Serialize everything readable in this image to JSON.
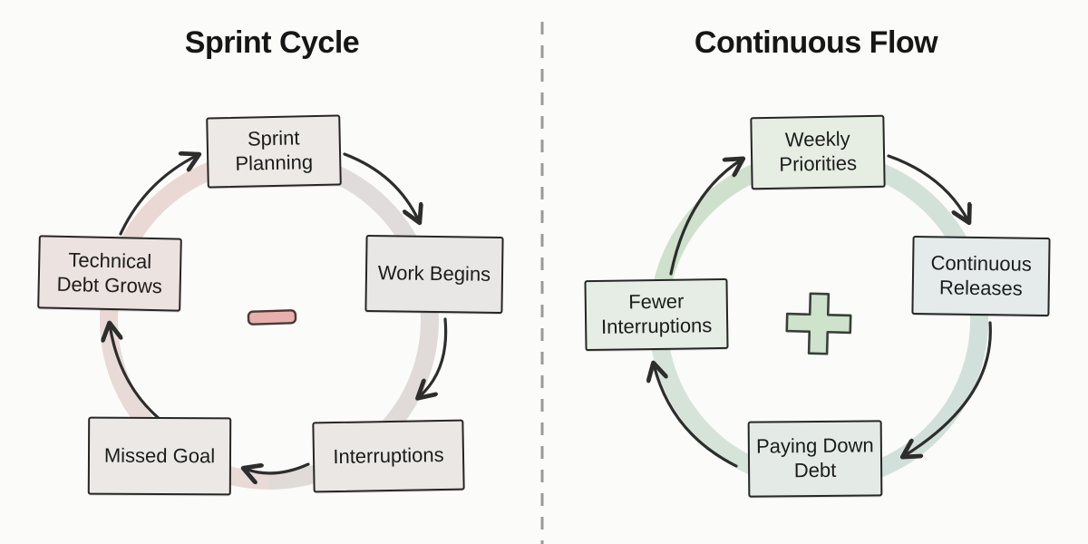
{
  "left_diagram": {
    "title": "Sprint Cycle",
    "center_symbol": "minus",
    "center_symbol_color": "#e8b0ac",
    "ring_color": "#e7dbd7",
    "nodes": [
      {
        "label": "Sprint Planning",
        "position": "top"
      },
      {
        "label": "Work Begins",
        "position": "right"
      },
      {
        "label": "Interruptions",
        "position": "bottom-right"
      },
      {
        "label": "Missed Goal",
        "position": "bottom-left"
      },
      {
        "label": "Technical Debt Grows",
        "position": "left"
      }
    ],
    "flow_order": [
      "Sprint Planning",
      "Work Begins",
      "Interruptions",
      "Missed Goal",
      "Technical Debt Grows",
      "Sprint Planning"
    ]
  },
  "right_diagram": {
    "title": "Continuous Flow",
    "center_symbol": "plus",
    "center_symbol_color": "#cfe2cc",
    "ring_color": "#d3e1d6",
    "nodes": [
      {
        "label": "Weekly Priorities",
        "position": "top"
      },
      {
        "label": "Continuous Releases",
        "position": "right"
      },
      {
        "label": "Paying Down Debt",
        "position": "bottom"
      },
      {
        "label": "Fewer Interruptions",
        "position": "left"
      }
    ],
    "flow_order": [
      "Weekly Priorities",
      "Continuous Releases",
      "Paying Down Debt",
      "Fewer Interruptions",
      "Weekly Priorities"
    ]
  },
  "divider": {
    "style": "dashed-vertical",
    "color": "#9a9a9a"
  },
  "arrow_color": "#2d2d2d",
  "background_color": "#fbfbf9"
}
